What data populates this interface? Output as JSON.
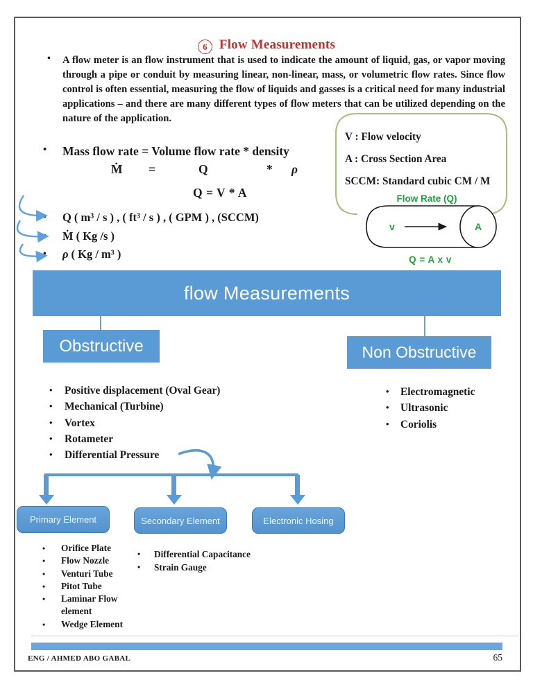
{
  "page": {
    "title_number": "6",
    "title": "Flow Measurements",
    "footer": "ENG / AHMED ABO GABAL",
    "page_number": "65"
  },
  "intro": {
    "text": "A flow meter is an flow instrument that is used to indicate the amount of liquid, gas, or vapor moving through a pipe or conduit by measuring linear, non-linear, mass, or volumetric flow rates. Since flow control is often essential, measuring the flow of liquids and gasses is a critical need for many industrial applications – and there are many different types of flow meters that can be utilized depending on the nature of the application."
  },
  "formulas": {
    "mass_line": "Mass flow rate = Volume flow rate * density",
    "m": "Ṁ",
    "eq": "=",
    "q": "Q",
    "star": "*",
    "rho": "ρ",
    "qva": "Q =  V * A",
    "units": [
      {
        "sym": "Q",
        "rest": "( m³ / s )  , ( ft³ / s ) , ( GPM ) , (SCCM)"
      },
      {
        "sym": "Ṁ",
        "rest": "( Kg /s )"
      },
      {
        "sym": "ρ",
        "rest": "( Kg / m³ )"
      }
    ]
  },
  "legend_box": {
    "lines": [
      "V : Flow velocity",
      "A : Cross Section Area",
      "SCCM: Standard cubic CM / M"
    ],
    "flow_rate_label": "Flow Rate (Q)",
    "v_label": "v",
    "a_label": "A",
    "equation": "Q = A x v"
  },
  "tree": {
    "root": "flow Measurements",
    "left": "Obstructive",
    "right": "Non Obstructive",
    "obstructive_items": [
      "Positive displacement (Oval Gear)",
      "Mechanical (Turbine)",
      "Vortex",
      "Rotameter",
      "Differential Pressure"
    ],
    "non_obstructive_items": [
      "Electromagnetic",
      "Ultrasonic",
      "Coriolis"
    ]
  },
  "dp_tree": {
    "boxes": [
      "Primary Element",
      "Secondary Element",
      "Electronic Hosing"
    ],
    "primary_items": [
      "Orifice Plate",
      "Flow Nozzle",
      "Venturi Tube",
      "Pitot Tube",
      "Laminar Flow element",
      "Wedge Element"
    ],
    "secondary_items": [
      "Differential Capacitance",
      "Strain Gauge"
    ]
  },
  "colors": {
    "accent_blue": "#5b9bd5",
    "title_red": "#c23330",
    "green_text": "#239f3f",
    "olive_border": "#a8bd7e",
    "footer_bar_blue": "#6fa5dc"
  }
}
